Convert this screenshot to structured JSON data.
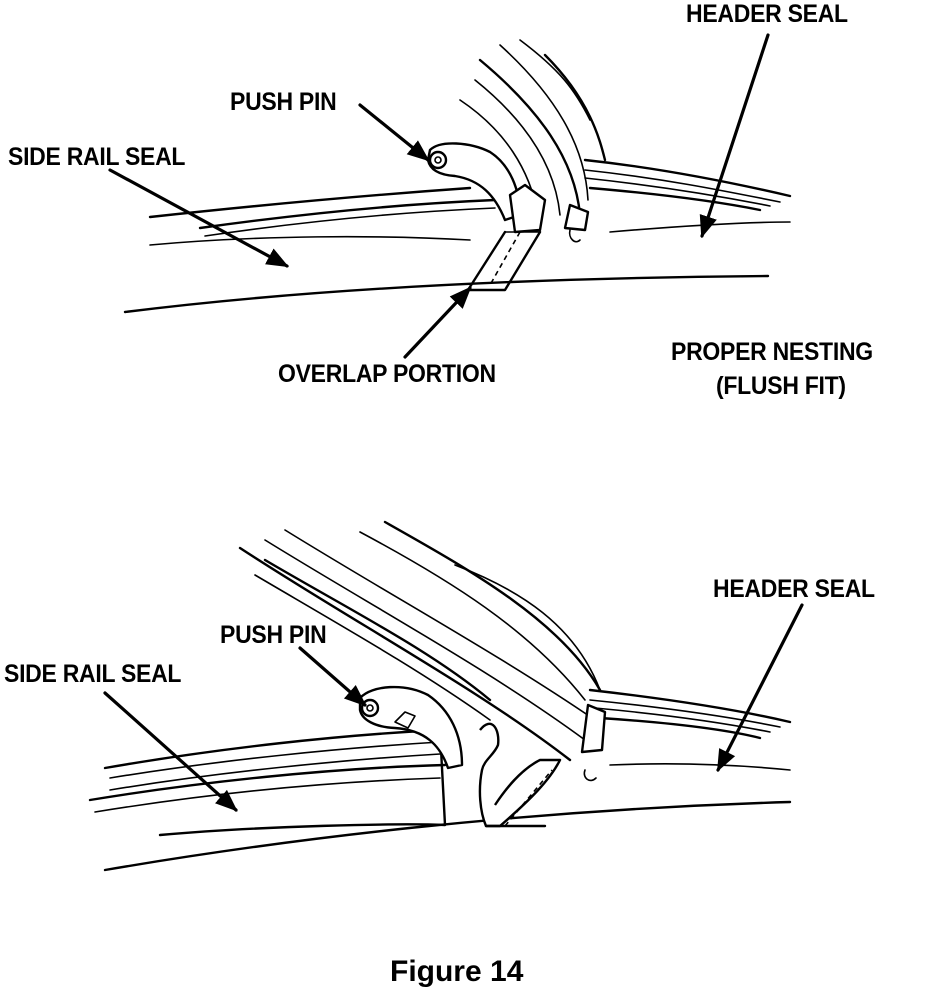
{
  "figure": {
    "caption": "Figure 14",
    "top_panel": {
      "header_seal": "HEADER SEAL",
      "push_pin": "PUSH PIN",
      "side_rail_seal": "SIDE RAIL SEAL",
      "overlap_portion": "OVERLAP PORTION",
      "note_line1": "PROPER NESTING",
      "note_line2": "(FLUSH FIT)"
    },
    "bottom_panel": {
      "header_seal": "HEADER SEAL",
      "push_pin": "PUSH PIN",
      "side_rail_seal": "SIDE RAIL SEAL"
    }
  }
}
